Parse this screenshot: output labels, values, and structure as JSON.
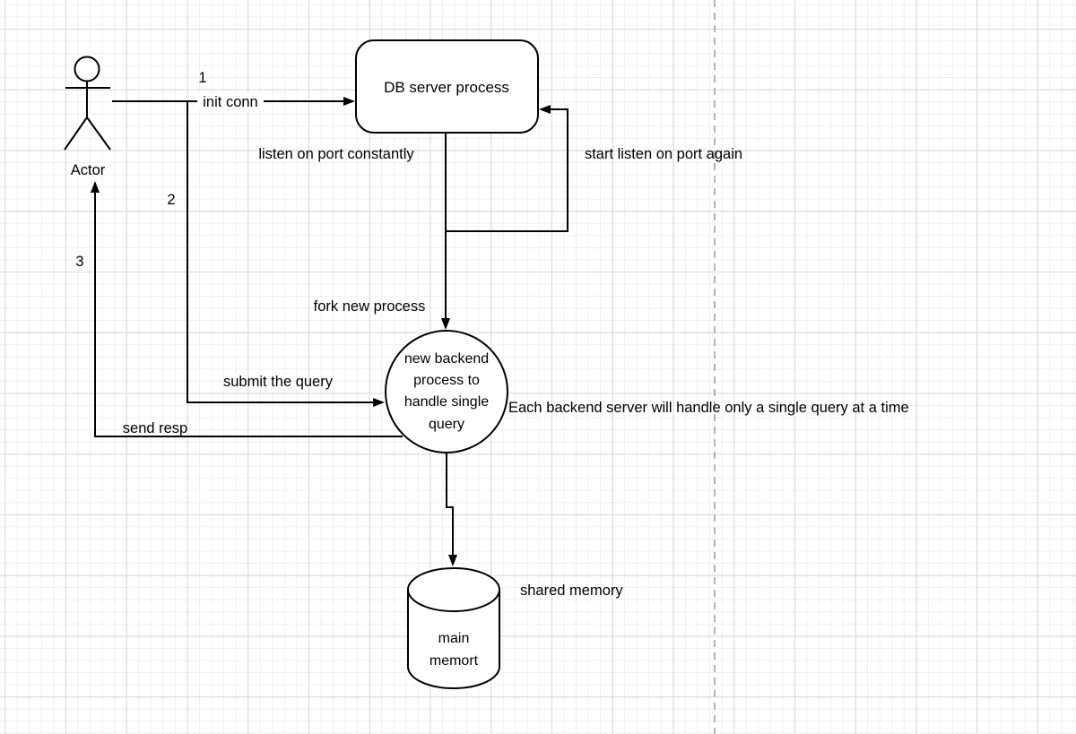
{
  "diagram": {
    "actor": {
      "label": "Actor"
    },
    "nodes": {
      "db_server": {
        "label": "DB server process"
      },
      "backend_circle": {
        "line1": "new backend",
        "line2": "process to",
        "line3": "handle single",
        "line4": "query"
      },
      "memory_cylinder": {
        "line1": "main",
        "line2": "memort"
      }
    },
    "edges": {
      "init_conn": {
        "seq": "1",
        "label": "init conn"
      },
      "listen_down": {
        "label": "listen on port constantly"
      },
      "listen_loop": {
        "label": "start listen on port again"
      },
      "fork": {
        "label": "fork new process"
      },
      "submit": {
        "seq": "2",
        "label": "submit the query"
      },
      "send_resp": {
        "seq": "3",
        "label": "send resp"
      }
    },
    "notes": {
      "backend_note": "Each backend server will handle only a single query at a time",
      "memory_note": "shared memory"
    },
    "colors": {
      "stroke": "#000000",
      "grid_minor": "#f0f0f0",
      "grid_major": "#d7d7d7",
      "page_divider": "#b3b3b3",
      "background": "#ffffff"
    }
  }
}
